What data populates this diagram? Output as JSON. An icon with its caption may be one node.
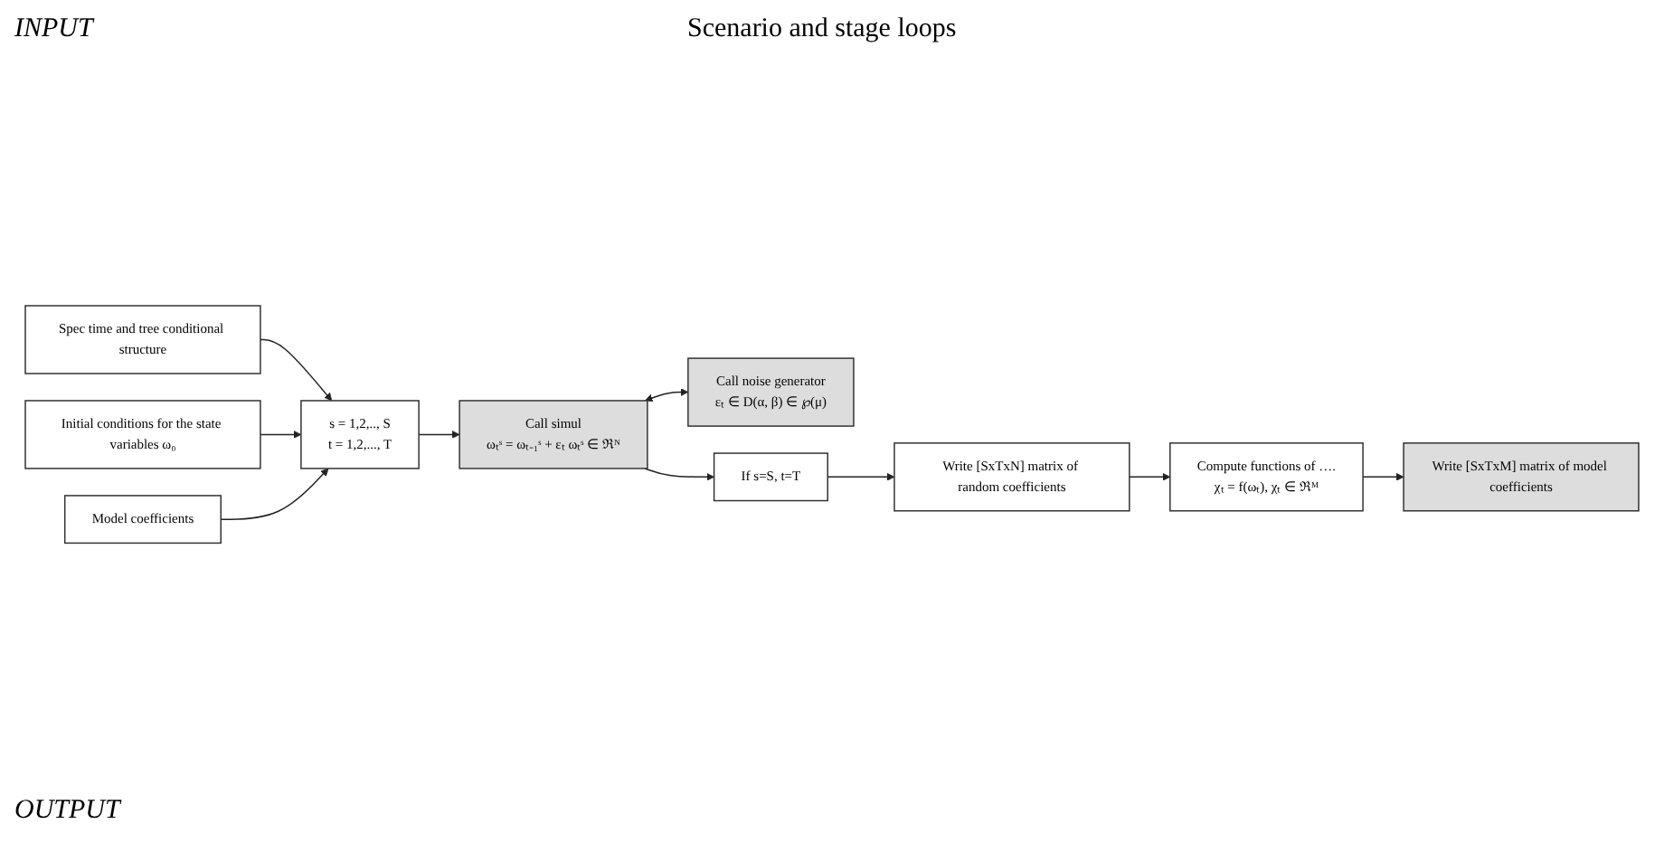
{
  "diagram": {
    "nodes": [
      {
        "text": [
          "Spec time and tree conditional structure"
        ]
      },
      {
        "text": [
          "Initial conditions for the state variables ω₀"
        ]
      },
      {
        "text": [
          "Model coefficients"
        ]
      },
      {
        "text": [
          "s = 1,2,.., S",
          "t = 1,2,..., T"
        ]
      },
      {
        "text": [
          "Call simul",
          "ωₜˢ = ωₜ₋₁ˢ + εₜ  ωₜˢ ∈ ℜᴺ"
        ]
      },
      {
        "text": [
          "Call noise generator",
          "εₜ ∈ D(α, β) ∈ ℘(μ)"
        ]
      },
      {
        "text": [
          "If s=S, t=T"
        ]
      },
      {
        "text": [
          "Write [SxTxN] matrix of random coefficients"
        ]
      },
      {
        "text": [
          "Compute functions of ….",
          "χₜ = f(ωₜ), χₜ ∈ ℜᴹ"
        ]
      },
      {
        "text": [
          "Write [SxTxM] matrix of model coefficients"
        ]
      }
    ],
    "edges": [
      {
        "from": 0,
        "to": 3,
        "arrow": "to"
      },
      {
        "from": 1,
        "to": 3,
        "arrow": "to"
      },
      {
        "from": 2,
        "to": 3,
        "arrow": "to"
      },
      {
        "from": 3,
        "to": 4,
        "arrow": "to"
      },
      {
        "from": 4,
        "to": 5,
        "arrow": "both"
      },
      {
        "from": 4,
        "to": 6,
        "arrow": "to"
      },
      {
        "from": 6,
        "to": 7,
        "arrow": "to"
      },
      {
        "from": 7,
        "to": 8,
        "arrow": "to"
      },
      {
        "from": 8,
        "to": 9,
        "arrow": "to"
      }
    ],
    "labels": [
      "INPUT",
      "Scenario and stage loops",
      "OUTPUT"
    ]
  }
}
